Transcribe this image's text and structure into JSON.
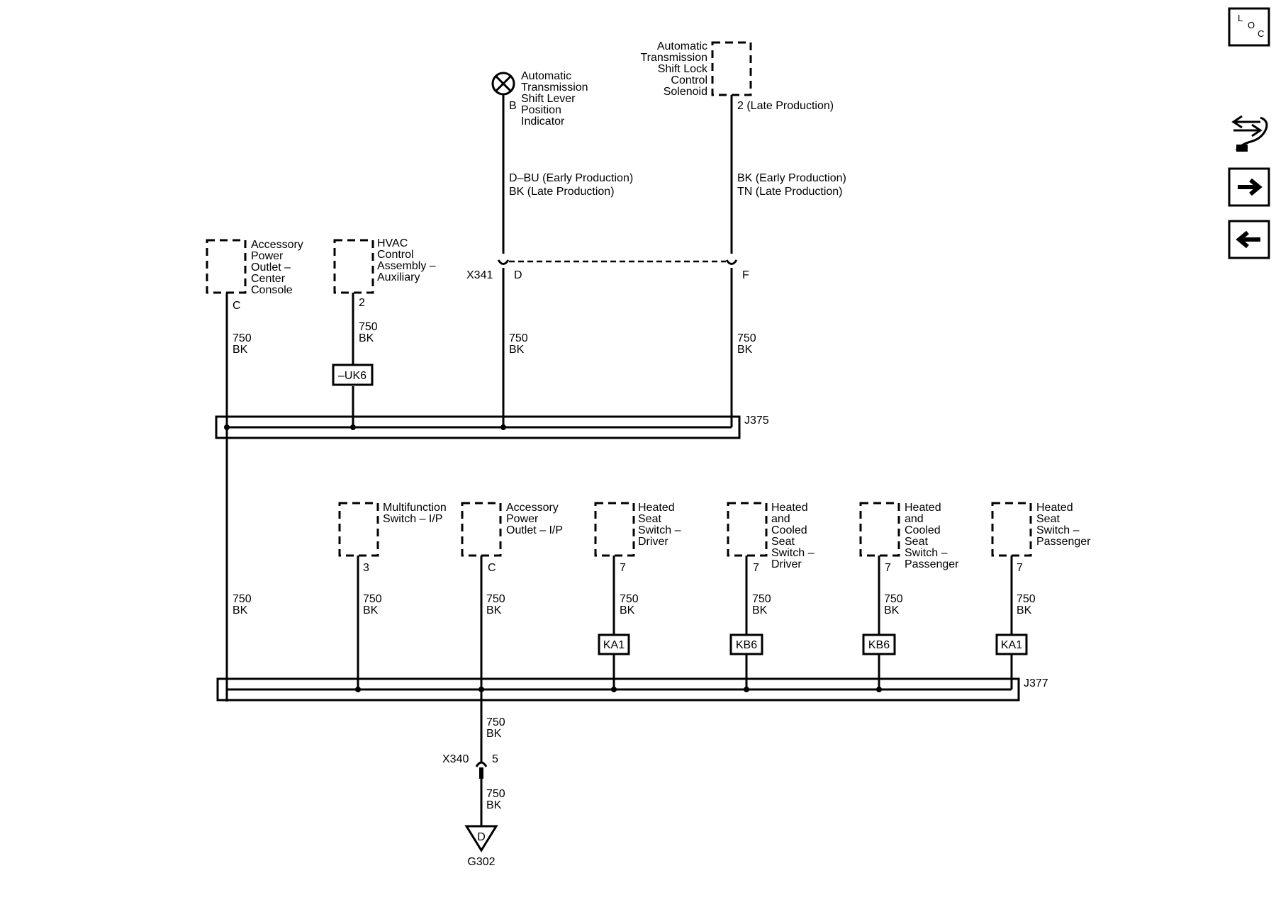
{
  "components": {
    "shift_lever_indicator": {
      "lines": [
        "Automatic",
        "Transmission",
        "Shift Lever",
        "Position",
        "Indicator"
      ],
      "pin": "B"
    },
    "shift_lock_solenoid": {
      "lines": [
        "Automatic",
        "Transmission",
        "Shift Lock",
        "Control",
        "Solenoid"
      ],
      "pin": "2 (Late Production)"
    },
    "apo_center_console": {
      "lines": [
        "Accessory",
        "Power",
        "Outlet –",
        "Center",
        "Console"
      ],
      "pin": "C"
    },
    "hvac_aux": {
      "lines": [
        "HVAC",
        "Control",
        "Assembly –",
        "Auxiliary"
      ],
      "pin": "2"
    },
    "multifunction_switch": {
      "lines": [
        "Multifunction",
        "Switch – I/P"
      ],
      "pin": "3"
    },
    "apo_ip": {
      "lines": [
        "Accessory",
        "Power",
        "Outlet – I/P"
      ],
      "pin": "C"
    },
    "heated_seat_driver": {
      "lines": [
        "Heated",
        "Seat",
        "Switch –",
        "Driver"
      ],
      "pin": "7"
    },
    "heated_cooled_driver": {
      "lines": [
        "Heated",
        "and",
        "Cooled",
        "Seat",
        "Switch –",
        "Driver"
      ],
      "pin": "7"
    },
    "heated_cooled_passenger": {
      "lines": [
        "Heated",
        "and",
        "Cooled",
        "Seat",
        "Switch –",
        "Passenger"
      ],
      "pin": "7"
    },
    "heated_seat_passenger": {
      "lines": [
        "Heated",
        "Seat",
        "Switch –",
        "Passenger"
      ],
      "pin": "7"
    }
  },
  "wire_labels": {
    "indicator_wire": [
      "D–BU (Early Production)",
      "BK (Late Production)"
    ],
    "solenoid_wire": [
      "BK (Early Production)",
      "TN (Late Production)"
    ],
    "circuit": "750",
    "color": "BK"
  },
  "connectors": {
    "x341": {
      "name": "X341",
      "pin_d": "D",
      "pin_f": "F"
    },
    "x340": {
      "name": "X340",
      "pin": "5"
    }
  },
  "splices": {
    "j375": "J375",
    "j377": "J377"
  },
  "options": {
    "uk6": "–UK6",
    "ka1": "KA1",
    "kb6": "KB6"
  },
  "ground": {
    "name": "G302",
    "letter": "D"
  },
  "nav": {
    "loc_icon": "L O C",
    "forward_label": "→",
    "back_label": "←"
  }
}
